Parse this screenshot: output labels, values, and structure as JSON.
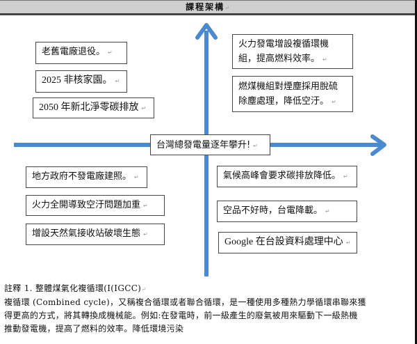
{
  "header": {
    "title": "課程架構"
  },
  "colors": {
    "arrow": "#4a8ad0",
    "header_bg": "#cfcfcf",
    "border": "#444444"
  },
  "center": {
    "label": "台灣總發電量逐年攀升!"
  },
  "quadrants": {
    "top_left": [
      {
        "label": "老舊電廠退役。"
      },
      {
        "label": "2025 非核家園。"
      },
      {
        "label": "2050 年新北淨零碳排放"
      }
    ],
    "top_right": [
      {
        "line1": "火力發電增設複循環機",
        "line2": "組，提高燃料效率。"
      },
      {
        "line1": "燃煤機組對煙塵採用脫硫",
        "line2": "除塵處理，降低空汙。"
      }
    ],
    "bottom_left": [
      {
        "label": "地方政府不發電廠建照。"
      },
      {
        "label": "火力全開導致空汙問題加重"
      },
      {
        "label": "增設天然氣接收站破壞生態"
      }
    ],
    "bottom_right": [
      {
        "label": "氣候高峰會要求碳排放降低。"
      },
      {
        "label": "空品不好時，台電降載。"
      },
      {
        "label": "Google  在台設資料處理中心"
      }
    ]
  },
  "notes": {
    "title": "註釋 1. 整體煤氣化複循環(I(IGCC)",
    "lines": [
      "複循環 (Combined cycle)，又稱複合循環或者聯合循環，是一種使用多種熱力學循環串聯來獲",
      "得更高的方式，將其轉換成機械能。例如:在發電時，前一級產生的廢氣被用來驅動下一級熱機",
      "推動發電機，提高了燃料的效率。降低環境污染"
    ]
  }
}
